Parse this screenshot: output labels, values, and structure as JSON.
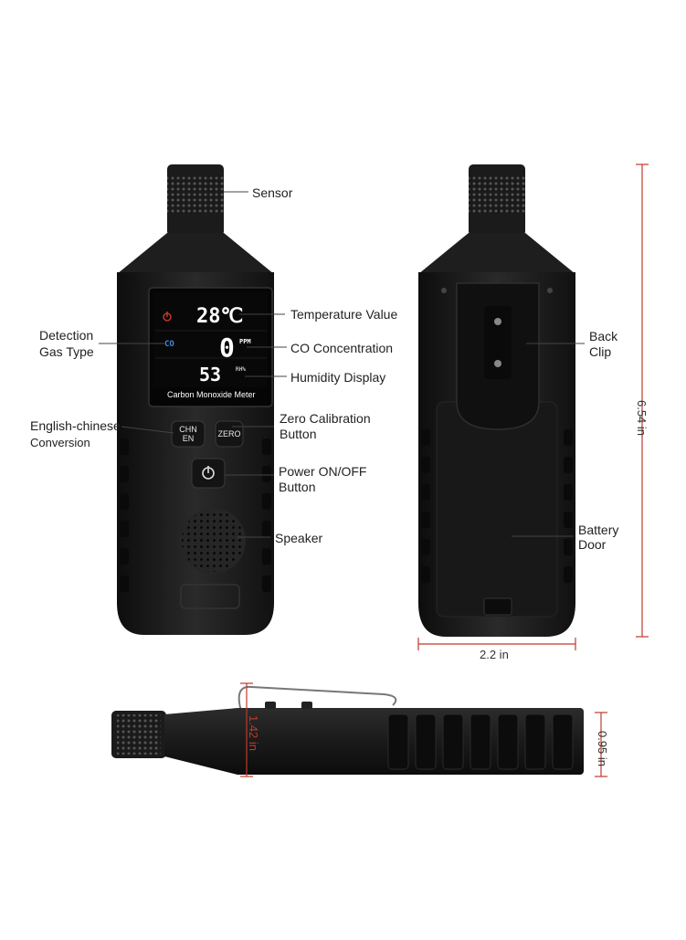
{
  "front": {
    "screen": {
      "temperature": "28℃",
      "co_value": "0",
      "co_unit": "PPM",
      "gas_label": "CO",
      "humidity": "53",
      "humidity_unit": "RH%",
      "meter_name": "Carbon Monoxide Meter"
    },
    "buttons": {
      "chn_en_line1": "CHN",
      "chn_en_line2": "EN",
      "zero": "ZERO"
    }
  },
  "callouts": {
    "sensor": "Sensor",
    "temperature_value": "Temperature Value",
    "detection_gas_type_1": "Detection",
    "detection_gas_type_2": "Gas Type",
    "co_concentration": "CO Concentration",
    "humidity_display": "Humidity Display",
    "english_chinese_1": "English-chinese",
    "english_chinese_2": "Conversion",
    "zero_calibration_1": "Zero Calibration",
    "zero_calibration_2": "Button",
    "power_1": "Power ON/OFF",
    "power_2": "Button",
    "speaker": "Speaker",
    "back_clip_1": "Back",
    "back_clip_2": "Clip",
    "battery_door_1": "Battery",
    "battery_door_2": "Door"
  },
  "dimensions": {
    "height": "6.54 in",
    "width": "2.2 in",
    "thickness": "0.95 in",
    "side_height": "1.42 in"
  },
  "colors": {
    "device_body": "#1c1c1c",
    "dimension_line": "#c0392b",
    "screen_bg": "#050505"
  }
}
